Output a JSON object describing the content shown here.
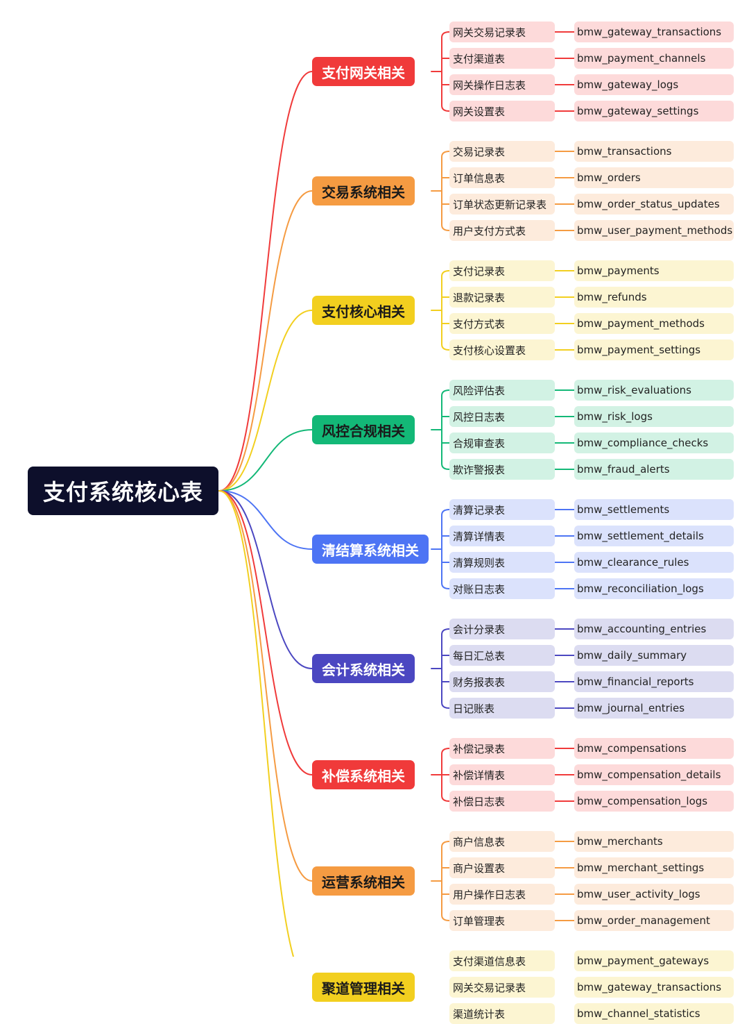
{
  "root": {
    "title": "支付系统核心表",
    "color": "#0d0f2b"
  },
  "groups": [
    {
      "title": "支付网关相关",
      "color": "#f03a3a",
      "light": "#fddada",
      "text_color": "#ffffff",
      "tables": [
        {
          "name": "网关交易记录表",
          "code": "bmw_gateway_transactions"
        },
        {
          "name": "支付渠道表",
          "code": "bmw_payment_channels"
        },
        {
          "name": "网关操作日志表",
          "code": "bmw_gateway_logs"
        },
        {
          "name": "网关设置表",
          "code": "bmw_gateway_settings"
        }
      ]
    },
    {
      "title": "交易系统相关",
      "color": "#f59b42",
      "light": "#fdebdc",
      "text_color": "#1a1a1a",
      "tables": [
        {
          "name": "交易记录表",
          "code": "bmw_transactions"
        },
        {
          "name": "订单信息表",
          "code": "bmw_orders"
        },
        {
          "name": "订单状态更新记录表",
          "code": "bmw_order_status_updates"
        },
        {
          "name": "用户支付方式表",
          "code": "bmw_user_payment_methods"
        }
      ]
    },
    {
      "title": "支付核心相关",
      "color": "#f2cf1f",
      "light": "#fcf5d2",
      "text_color": "#1a1a1a",
      "tables": [
        {
          "name": "支付记录表",
          "code": "bmw_payments"
        },
        {
          "name": "退款记录表",
          "code": "bmw_refunds"
        },
        {
          "name": "支付方式表",
          "code": "bmw_payment_methods"
        },
        {
          "name": "支付核心设置表",
          "code": "bmw_payment_settings"
        }
      ]
    },
    {
      "title": "风控合规相关",
      "color": "#13b877",
      "light": "#d2f2e4",
      "text_color": "#1a1a1a",
      "tables": [
        {
          "name": "风险评估表",
          "code": "bmw_risk_evaluations"
        },
        {
          "name": "风控日志表",
          "code": "bmw_risk_logs"
        },
        {
          "name": "合规审查表",
          "code": "bmw_compliance_checks"
        },
        {
          "name": "欺诈警报表",
          "code": "bmw_fraud_alerts"
        }
      ]
    },
    {
      "title": "清结算系统相关",
      "color": "#4d74f4",
      "light": "#dbe2fc",
      "text_color": "#ffffff",
      "tables": [
        {
          "name": "清算记录表",
          "code": "bmw_settlements"
        },
        {
          "name": "清算详情表",
          "code": "bmw_settlement_details"
        },
        {
          "name": "清算规则表",
          "code": "bmw_clearance_rules"
        },
        {
          "name": "对账日志表",
          "code": "bmw_reconciliation_logs"
        }
      ]
    },
    {
      "title": "会计系统相关",
      "color": "#4b47c1",
      "light": "#dcdcf1",
      "text_color": "#ffffff",
      "tables": [
        {
          "name": "会计分录表",
          "code": "bmw_accounting_entries"
        },
        {
          "name": "每日汇总表",
          "code": "bmw_daily_summary"
        },
        {
          "name": "财务报表表",
          "code": "bmw_financial_reports"
        },
        {
          "name": "日记账表",
          "code": "bmw_journal_entries"
        }
      ]
    },
    {
      "title": "补偿系统相关",
      "color": "#f03a3a",
      "light": "#fddada",
      "text_color": "#ffffff",
      "tables": [
        {
          "name": "补偿记录表",
          "code": "bmw_compensations"
        },
        {
          "name": "补偿详情表",
          "code": "bmw_compensation_details"
        },
        {
          "name": "补偿日志表",
          "code": "bmw_compensation_logs"
        }
      ]
    },
    {
      "title": "运营系统相关",
      "color": "#f59b42",
      "light": "#fdebdc",
      "text_color": "#1a1a1a",
      "tables": [
        {
          "name": "商户信息表",
          "code": "bmw_merchants"
        },
        {
          "name": "商户设置表",
          "code": "bmw_merchant_settings"
        },
        {
          "name": "用户操作日志表",
          "code": "bmw_user_activity_logs"
        },
        {
          "name": "订单管理表",
          "code": "bmw_order_management"
        }
      ]
    },
    {
      "title": "聚道管理相关",
      "color": "#f2cf1f",
      "light": "#fcf5d2",
      "text_color": "#1a1a1a",
      "tables": [
        {
          "name": "支付渠道信息表",
          "code": "bmw_payment_gateways"
        },
        {
          "name": "网关交易记录表",
          "code": "bmw_gateway_transactions"
        },
        {
          "name": "渠道统计表",
          "code": "bmw_channel_statistics"
        }
      ]
    }
  ]
}
